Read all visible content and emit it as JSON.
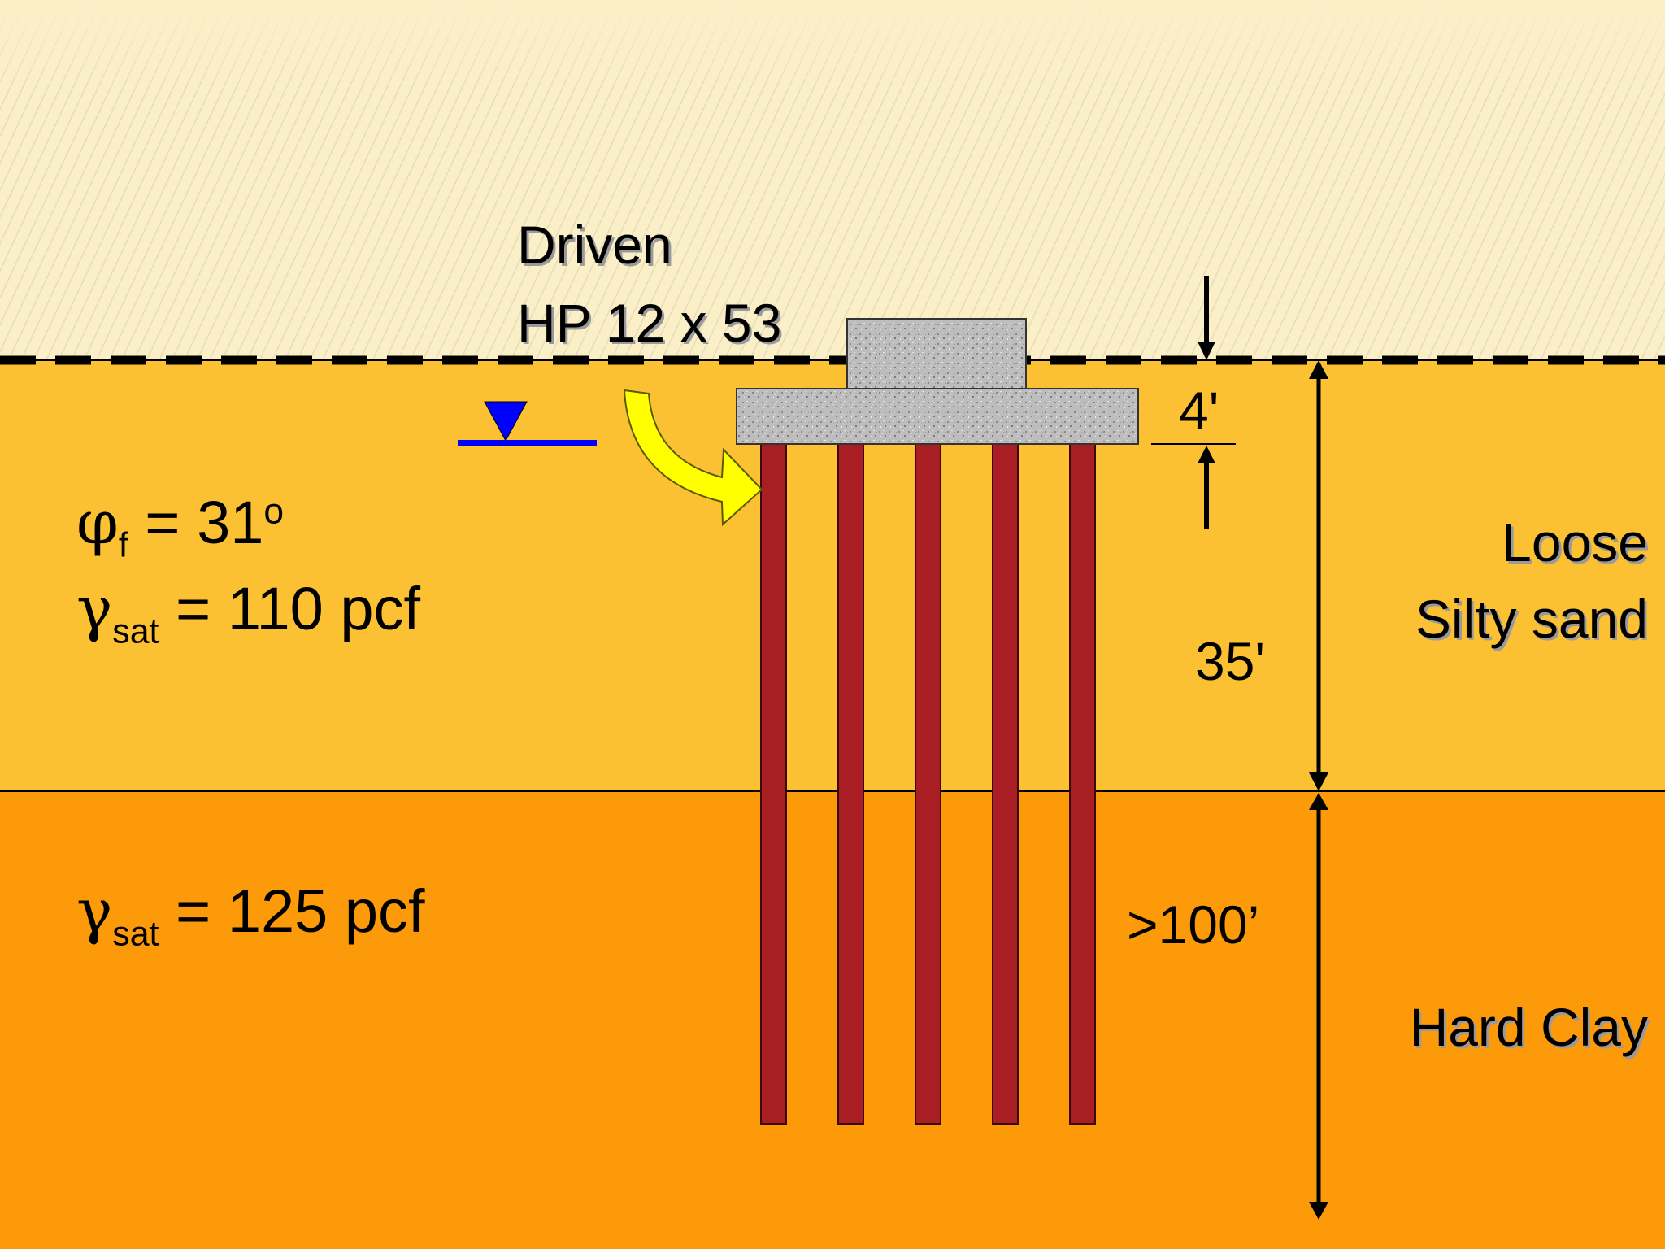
{
  "pile_label": {
    "line1": "Driven",
    "line2": "HP 12 x 53"
  },
  "upper_layer": {
    "name_line1": "Loose",
    "name_line2": "Silty sand",
    "phi_symbol": "φ",
    "phi_sub": "f",
    "phi_eq": " = 31",
    "phi_sup": "o",
    "gamma_symbol": "γ",
    "gamma_sub": "sat",
    "gamma_eq": " = 110 pcf",
    "thickness": "35'"
  },
  "lower_layer": {
    "name": "Hard Clay",
    "gamma_symbol": "γ",
    "gamma_sub": "sat",
    "gamma_eq": " = 125 pcf",
    "thickness": ">100’"
  },
  "cap_embedment": "4'",
  "pile_count": 5,
  "colors": {
    "sky": "#fbefc8",
    "sand": "#fcc133",
    "clay": "#fc9a0a",
    "pile": "#a81e22",
    "arrow_fill": "#ffff00",
    "water_table": "#0000ff"
  },
  "icons": {
    "water_table": "water-table-triangle-icon",
    "pointer": "curved-arrow-icon"
  }
}
